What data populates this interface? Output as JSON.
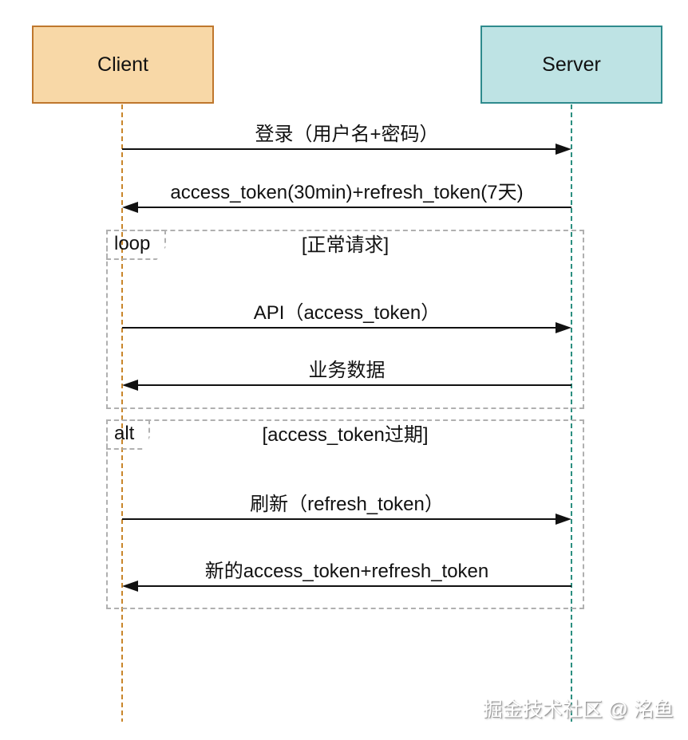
{
  "diagram": {
    "type": "sequence-diagram",
    "colors": {
      "background": "#ffffff",
      "client-fill": "#F8D8A7",
      "client-border": "#BF772D",
      "client-lifeline": "#C9862B",
      "server-fill": "#BEE3E4",
      "server-border": "#2E8B8D",
      "server-lifeline": "#2B8F80",
      "fragment-border": "#B0B0B0",
      "arrow-color": "#111111"
    },
    "actors": [
      {
        "id": "client",
        "label": "Client"
      },
      {
        "id": "server",
        "label": "Server"
      }
    ],
    "messages": [
      {
        "label": "登录（用户名+密码）",
        "from": "client",
        "to": "server",
        "direction": "right"
      },
      {
        "label": "access_token(30min)+refresh_token(7天)",
        "from": "server",
        "to": "client",
        "direction": "left"
      },
      {
        "label": "API（access_token）",
        "from": "client",
        "to": "server",
        "direction": "right"
      },
      {
        "label": "业务数据",
        "from": "server",
        "to": "client",
        "direction": "left"
      },
      {
        "label": "刷新（refresh_token）",
        "from": "client",
        "to": "server",
        "direction": "right"
      },
      {
        "label": "新的access_token+refresh_token",
        "from": "server",
        "to": "client",
        "direction": "left"
      }
    ],
    "fragments": [
      {
        "operator": "loop",
        "condition": "[正常请求]"
      },
      {
        "operator": "alt",
        "condition": "[access_token过期]"
      }
    ],
    "watermark": "掘金技术社区 @ 洺鱼"
  }
}
